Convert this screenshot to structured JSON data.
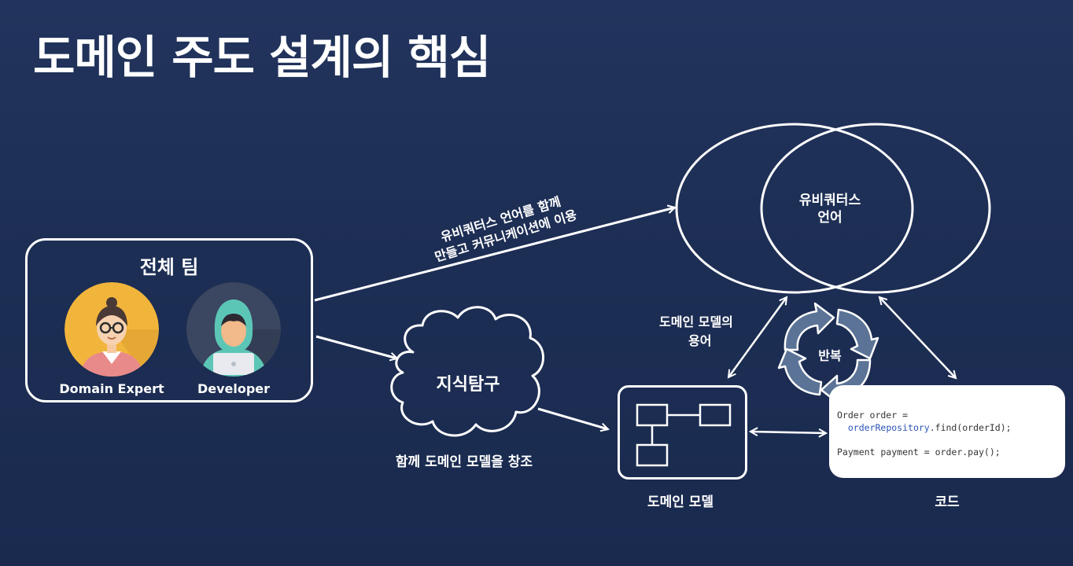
{
  "title": "도메인 주도 설계의 핵심",
  "team": {
    "title": "전체 팀",
    "members": [
      {
        "role": "Domain Expert",
        "icon": "domain-expert-avatar-icon"
      },
      {
        "role": "Developer",
        "icon": "developer-avatar-icon"
      }
    ]
  },
  "labels": {
    "ubiquitous_line1": "유비쿼터스 언어를 함께",
    "ubiquitous_line2": "만들고 커뮤니케이션에 이용",
    "knowledge_crunching": "지식탐구",
    "create_model": "함께 도메인 모델을 창조",
    "model_terms_line1": "도메인 모델의",
    "model_terms_line2": "용어",
    "iteration": "반복",
    "ubiquitous_language_line1": "유비쿼터스",
    "ubiquitous_language_line2": "언어",
    "domain_model": "도메인 모델",
    "code": "코드"
  },
  "code": {
    "line1": "Order order =",
    "line2_indent": "  ",
    "line2_blue": "orderRepository",
    "line2_rest": ".find(orderId);",
    "line3": "Payment payment = order.pay();"
  },
  "colors": {
    "background": "#1d2e54",
    "foreground": "#ffffff",
    "cycle_arrow": "#5b7396",
    "code_highlight": "#2a54b8",
    "expert_avatar_bg": "#f2b53c",
    "developer_avatar_bg": "#3b4660",
    "developer_hoodie": "#5cc6b6"
  }
}
